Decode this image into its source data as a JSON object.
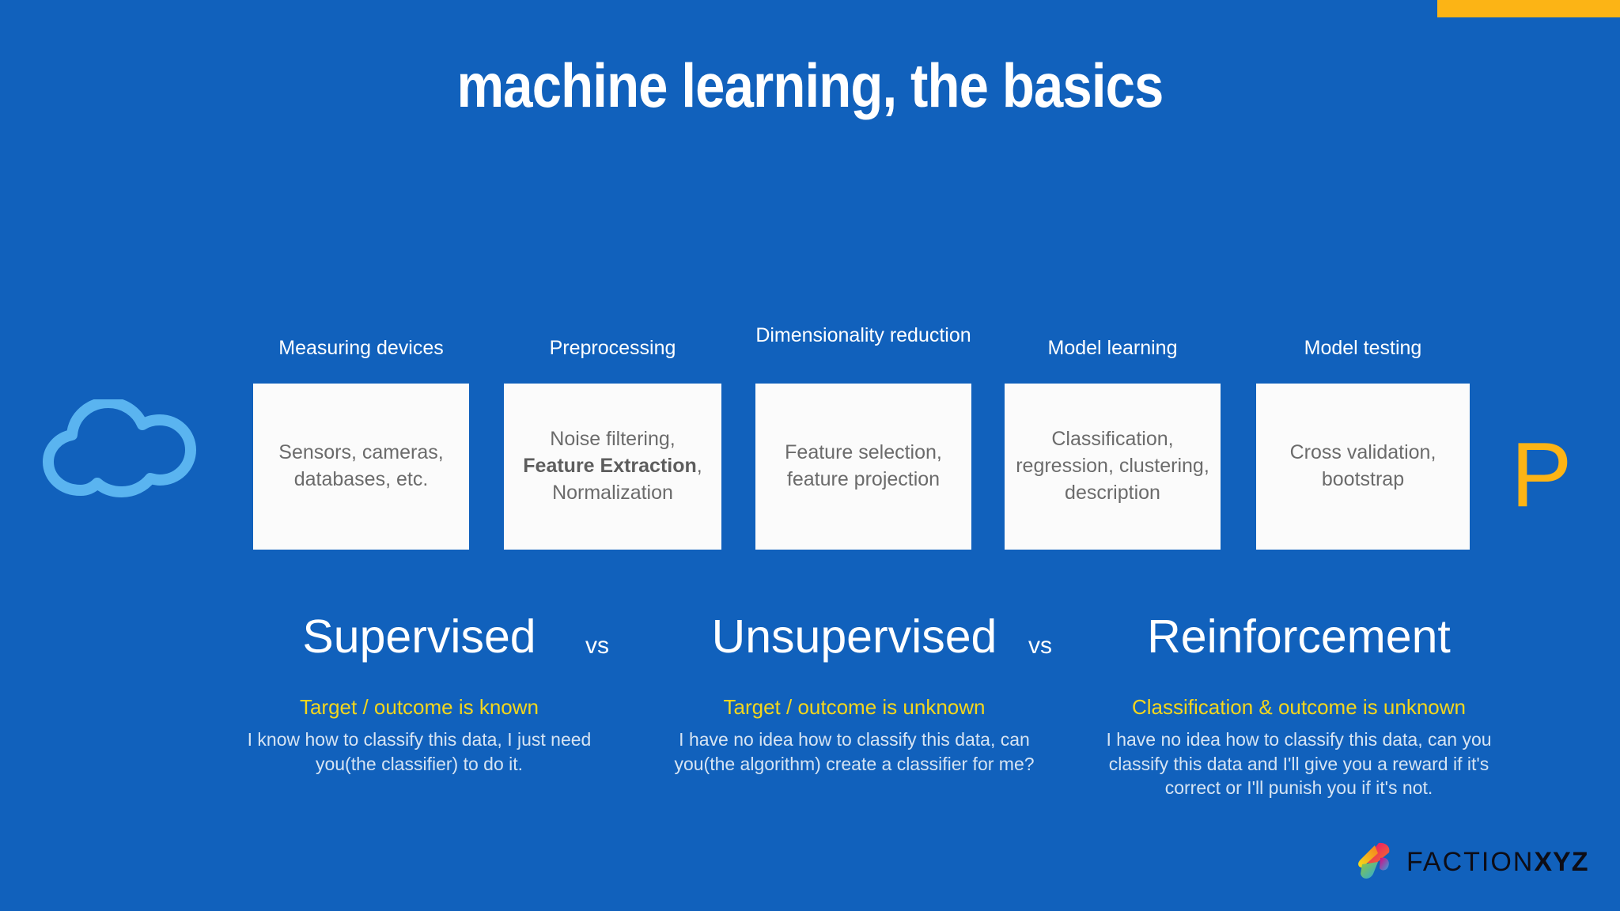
{
  "slide": {
    "title": "machine learning, the basics",
    "background_color": "#1161bc",
    "accent_color": "#fcb415",
    "box_color": "#fbfbfb",
    "box_text_color": "#6b6b6b",
    "highlight_text_color": "#f4d61c",
    "body_text_color": "#d6e4f3"
  },
  "accent_bar": {
    "name": "top-right-accent-bar",
    "color": "#fcb415"
  },
  "cloud": {
    "name": "cloud-icon",
    "color": "#5ab4f0"
  },
  "edge_letter": {
    "text": "P",
    "color": "#fcb415"
  },
  "pipeline": {
    "stages": [
      {
        "label": "Measuring devices",
        "body": "Sensors, cameras, databases, etc."
      },
      {
        "label": "Preprocessing",
        "body_pre": "Noise filtering,",
        "body_bold": "Feature Extraction",
        "body_post": ", Normalization"
      },
      {
        "label": "Dimensionality reduction",
        "body": "Feature selection, feature projection"
      },
      {
        "label": "Model learning",
        "body": "Classification, regression, clustering, description"
      },
      {
        "label": "Model testing",
        "body": "Cross validation, bootstrap"
      }
    ]
  },
  "comparison": {
    "separator": "vs",
    "columns": [
      {
        "heading": "Supervised",
        "subtitle": "Target / outcome is known",
        "description": "I know how to classify this data, I just need you(the classifier) to do it."
      },
      {
        "heading": "Unsupervised",
        "subtitle": "Target / outcome is unknown",
        "description": "I have no idea how to classify this data, can you(the algorithm) create a classifier for me?"
      },
      {
        "heading": "Reinforcement",
        "subtitle": "Classification & outcome is unknown",
        "description": "I have no idea how to classify this data, can you classify this data and I'll give you a reward if it's correct or I'll punish you if it's not."
      }
    ]
  },
  "logo": {
    "name_light": "FACTION",
    "name_bold": "XYZ"
  }
}
